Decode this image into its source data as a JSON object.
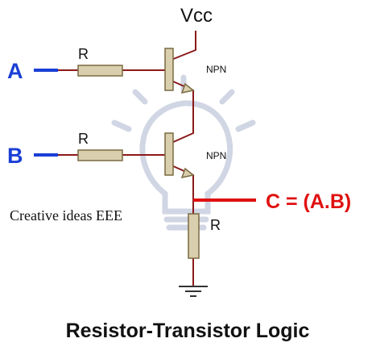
{
  "labels": {
    "vcc": "Vcc",
    "input_a": "A",
    "input_b": "B",
    "output": "C = (A.B)",
    "resistor_a": "R",
    "resistor_b": "R",
    "resistor_out": "R",
    "transistor_top": "NPN",
    "transistor_bottom": "NPN",
    "watermark": "Creative ideas EEE",
    "title": "Resistor-Transistor Logic"
  },
  "colors": {
    "wire": "#8b1a1a",
    "resistor_fill": "#d9cfae",
    "resistor_stroke": "#7a6a40",
    "input_wire": "#1a3fd6",
    "input_label": "#1a3fd6",
    "output_wire": "#e01010",
    "output_label": "#e01010",
    "watermark_bulb": "#c9cfe0",
    "text": "#111111"
  },
  "icons": {
    "watermark": "lightbulb-icon",
    "ground": "ground-icon"
  }
}
